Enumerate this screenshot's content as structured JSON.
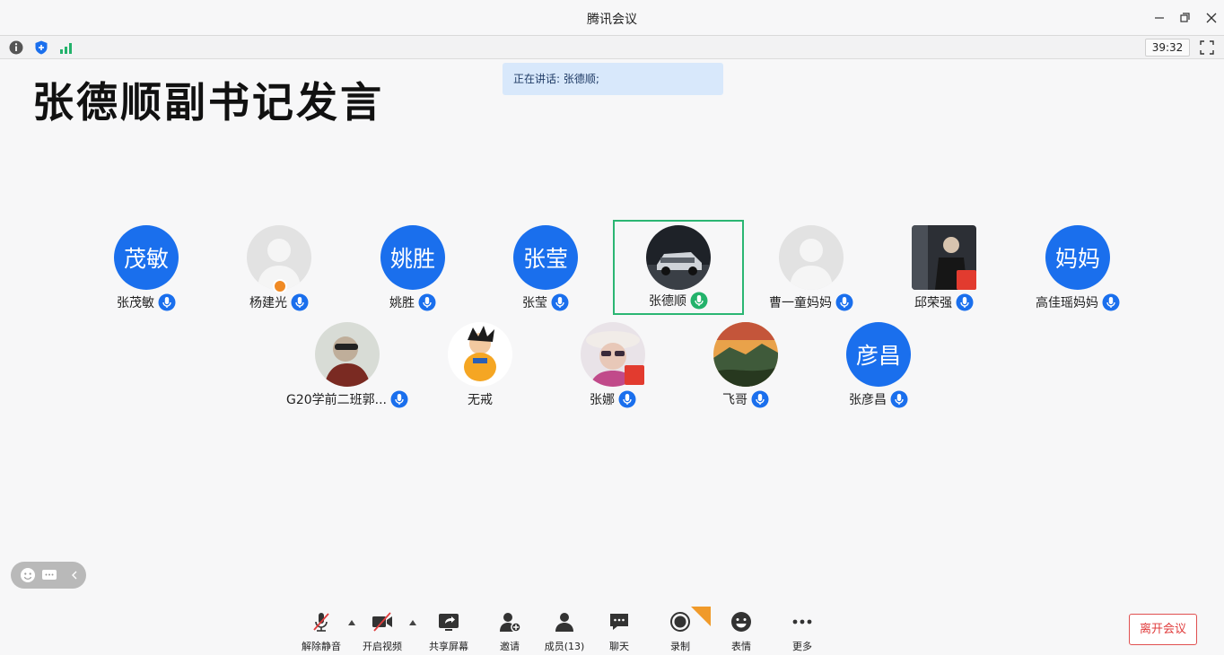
{
  "window": {
    "title": "腾讯会议"
  },
  "status": {
    "timer": "39:32"
  },
  "speaking_tip": "正在讲话: 张德顺;",
  "headline": "张德顺副书记发言",
  "participants": [
    {
      "name": "张茂敏",
      "avatar_text": "茂敏",
      "mic": "blue"
    },
    {
      "name": "杨建光",
      "avatar_text": "",
      "mic": "blue"
    },
    {
      "name": "姚胜",
      "avatar_text": "姚胜",
      "mic": "blue"
    },
    {
      "name": "张莹",
      "avatar_text": "张莹",
      "mic": "blue"
    },
    {
      "name": "张德顺",
      "avatar_text": "",
      "mic": "green"
    },
    {
      "name": "曹一童妈妈",
      "avatar_text": "",
      "mic": "blue"
    },
    {
      "name": "邱荣强",
      "avatar_text": "",
      "mic": "blue"
    },
    {
      "name": "高佳瑶妈妈",
      "avatar_text": "妈妈",
      "mic": "blue"
    },
    {
      "name": "G20学前二班郭...",
      "avatar_text": "",
      "mic": "blue"
    },
    {
      "name": "无戒",
      "avatar_text": "",
      "mic": "none"
    },
    {
      "name": "张娜",
      "avatar_text": "",
      "mic": "blue"
    },
    {
      "name": "飞哥",
      "avatar_text": "",
      "mic": "blue"
    },
    {
      "name": "张彦昌",
      "avatar_text": "彦昌",
      "mic": "blue"
    }
  ],
  "toolbar": {
    "unmute": "解除静音",
    "video": "开启视频",
    "share": "共享屏幕",
    "invite": "邀请",
    "members": "成员(13)",
    "chat": "聊天",
    "record": "录制",
    "reaction": "表情",
    "more": "更多",
    "leave": "离开会议"
  },
  "colors": {
    "accent": "#1a6fed",
    "active_border": "#2bb673",
    "leave": "#e03c3c"
  }
}
